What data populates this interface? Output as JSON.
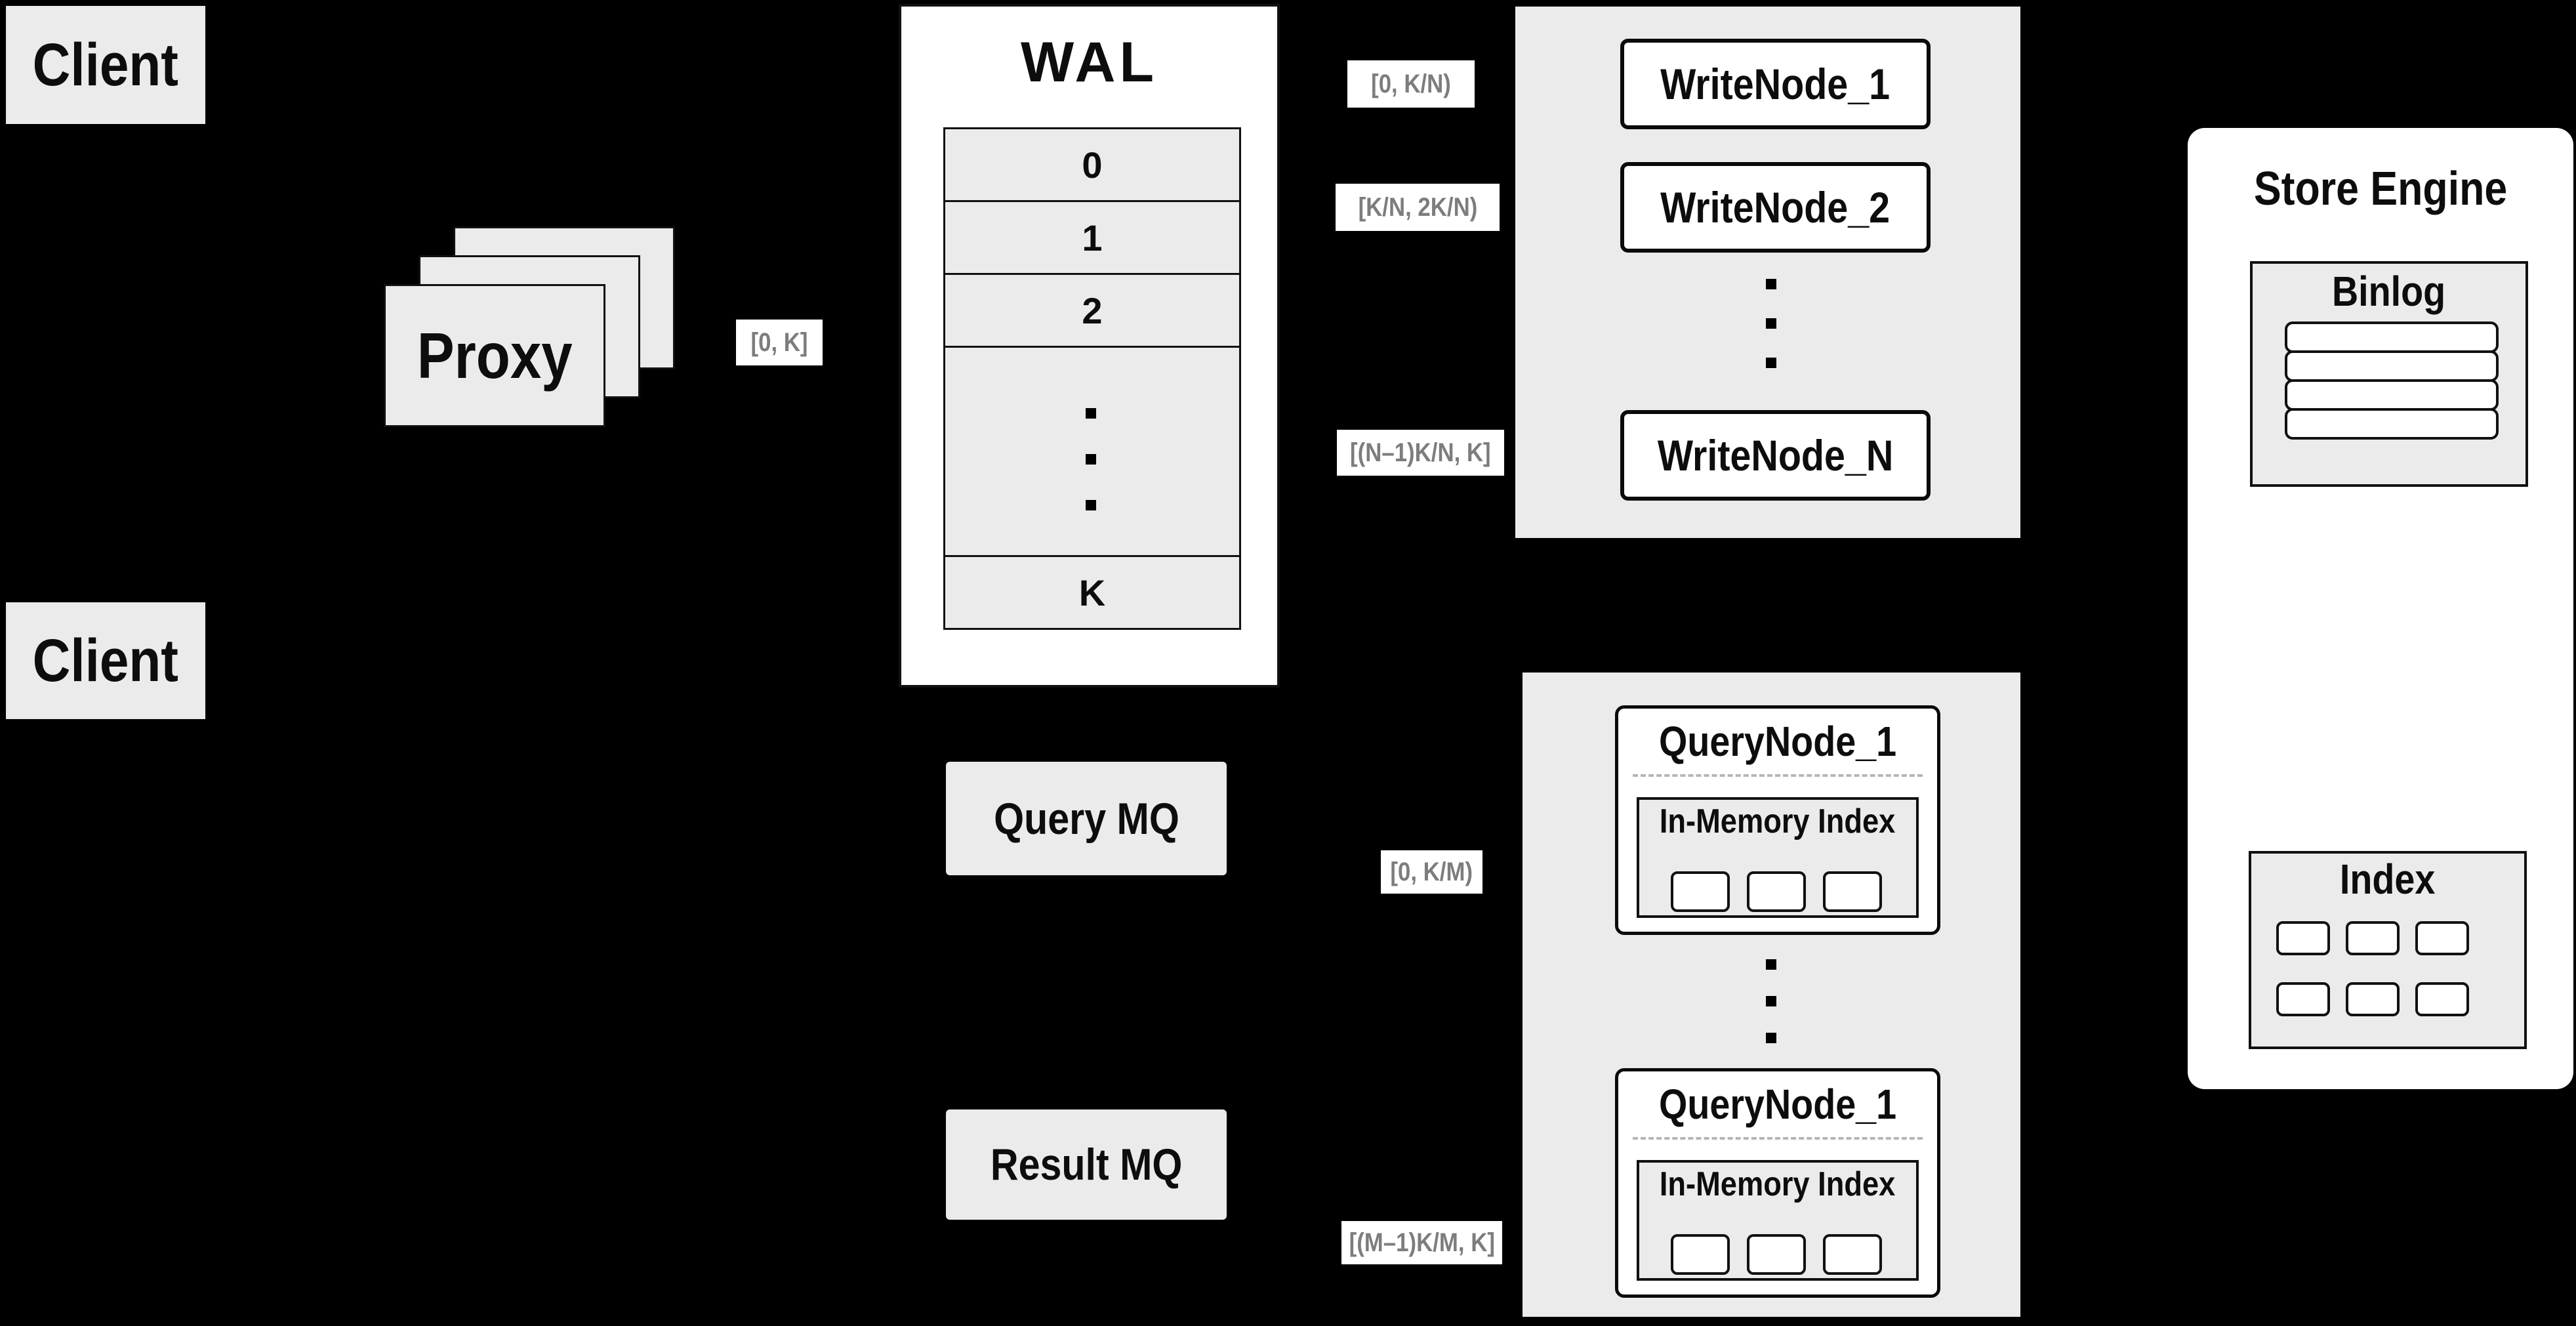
{
  "diagram": {
    "colors": {
      "background": "#000000",
      "box_fill": "#ebebeb",
      "node_fill": "#ffffff",
      "border": "#0a0a0a",
      "range_label_text": "#7d7d7d"
    },
    "clients": [
      {
        "label": "Client"
      },
      {
        "label": "Client"
      }
    ],
    "proxy": {
      "label": "Proxy",
      "stack_count": 3
    },
    "range_labels": {
      "proxy_to_wal": "[0, K]",
      "write_node_1": "[0,  K/N)",
      "write_node_2": "[K/N, 2K/N)",
      "write_node_n": "[(N–1)K/N,  K]",
      "query_node_1": "[0, K/M)",
      "query_node_m": "[(M–1)K/M, K]"
    },
    "wal": {
      "title": "WAL",
      "rows": [
        "0",
        "1",
        "2"
      ],
      "last_row": "K"
    },
    "write_group": {
      "nodes": [
        "WriteNode_1",
        "WriteNode_2",
        "WriteNode_N"
      ]
    },
    "mq": {
      "query": "Query MQ",
      "result": "Result MQ"
    },
    "query_group": {
      "nodes": [
        {
          "title": "QueryNode_1",
          "index_label": "In-Memory Index",
          "cells": 3
        },
        {
          "title": "QueryNode_1",
          "index_label": "In-Memory Index",
          "cells": 3
        }
      ]
    },
    "store_engine": {
      "title": "Store Engine",
      "binlog": {
        "title": "Binlog",
        "rows": 4
      },
      "index": {
        "title": "Index",
        "cells": 6
      }
    }
  }
}
